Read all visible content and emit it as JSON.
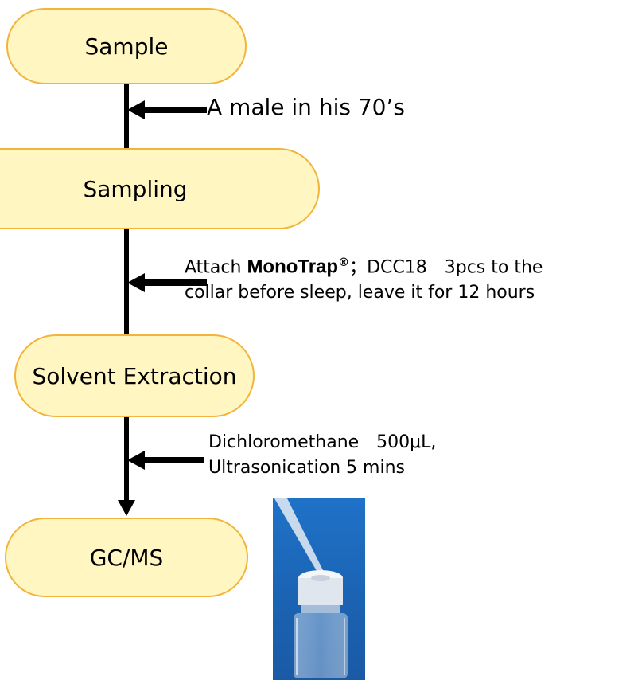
{
  "nodes": {
    "sample": "Sample",
    "sampling": "Sampling",
    "extraction": "Solvent Extraction",
    "gcms": "GC/MS"
  },
  "annotations": {
    "subject": "A male in his 70’s",
    "attach_prefix": "Attach ",
    "attach_brand": "MonoTrap",
    "attach_reg": "®",
    "attach_suffix": "；DCC18　3pcs to the",
    "attach_line2": "collar before sleep, leave it for 12 hours",
    "solvent_line1": "Dichloromethane　500μL,",
    "solvent_line2": "Ultrasonication 5 mins"
  },
  "colors": {
    "node_fill": "#fff6c2",
    "node_border": "#f2b43a",
    "arrow": "#000000",
    "photo_background": "#1b63b3"
  },
  "icons": {
    "photo": "vial-with-pipette-photo"
  }
}
